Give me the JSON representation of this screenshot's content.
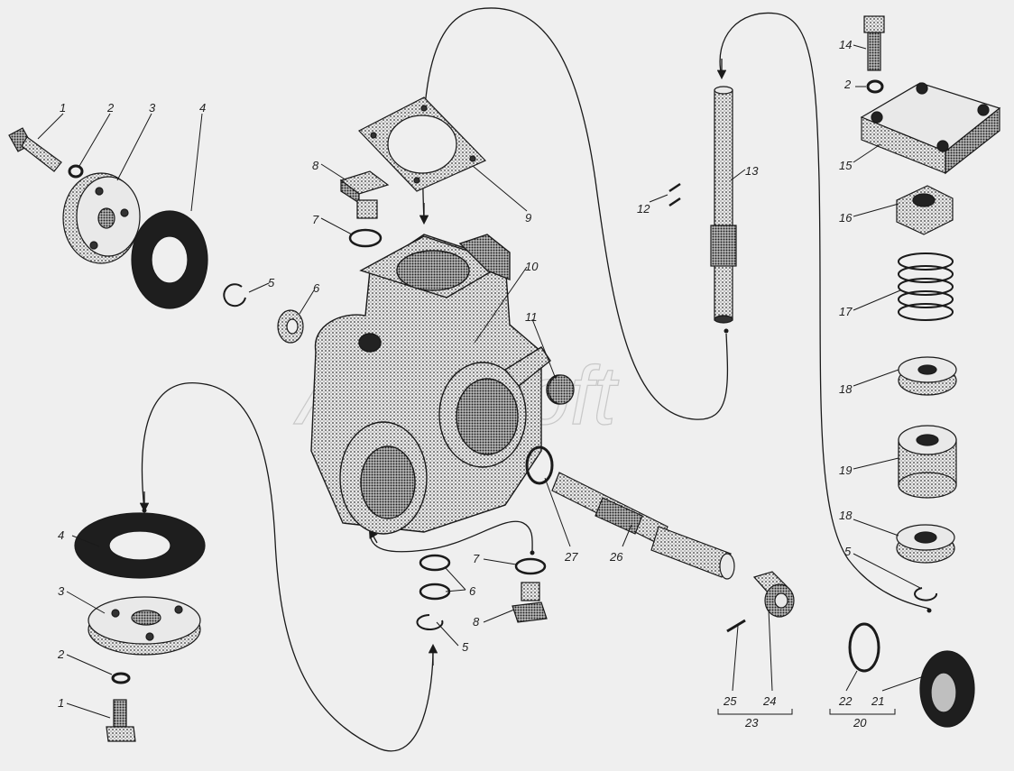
{
  "watermark": "AutoSoft",
  "colors": {
    "background": "#efefef",
    "ink": "#1a1a1a",
    "shade": "#6a6a6a"
  },
  "callouts": {
    "p1a": "1",
    "p2a": "2",
    "p3a": "3",
    "p4a": "4",
    "p5a": "5",
    "p6a": "6",
    "p7a": "7",
    "p8a": "8",
    "p9": "9",
    "p10": "10",
    "p11": "11",
    "p12": "12",
    "p13": "13",
    "p14": "14",
    "p2b": "2",
    "p15": "15",
    "p16": "16",
    "p17": "17",
    "p18a": "18",
    "p19": "19",
    "p18b": "18",
    "p5b": "5",
    "p4b": "4",
    "p3b": "3",
    "p2c": "2",
    "p1b": "1",
    "p6b": "6",
    "p7b": "7",
    "p8b": "8",
    "p5c": "5",
    "p27": "27",
    "p26": "26",
    "p25": "25",
    "p24": "24",
    "p23": "23",
    "p22": "22",
    "p21": "21",
    "p20": "20"
  }
}
